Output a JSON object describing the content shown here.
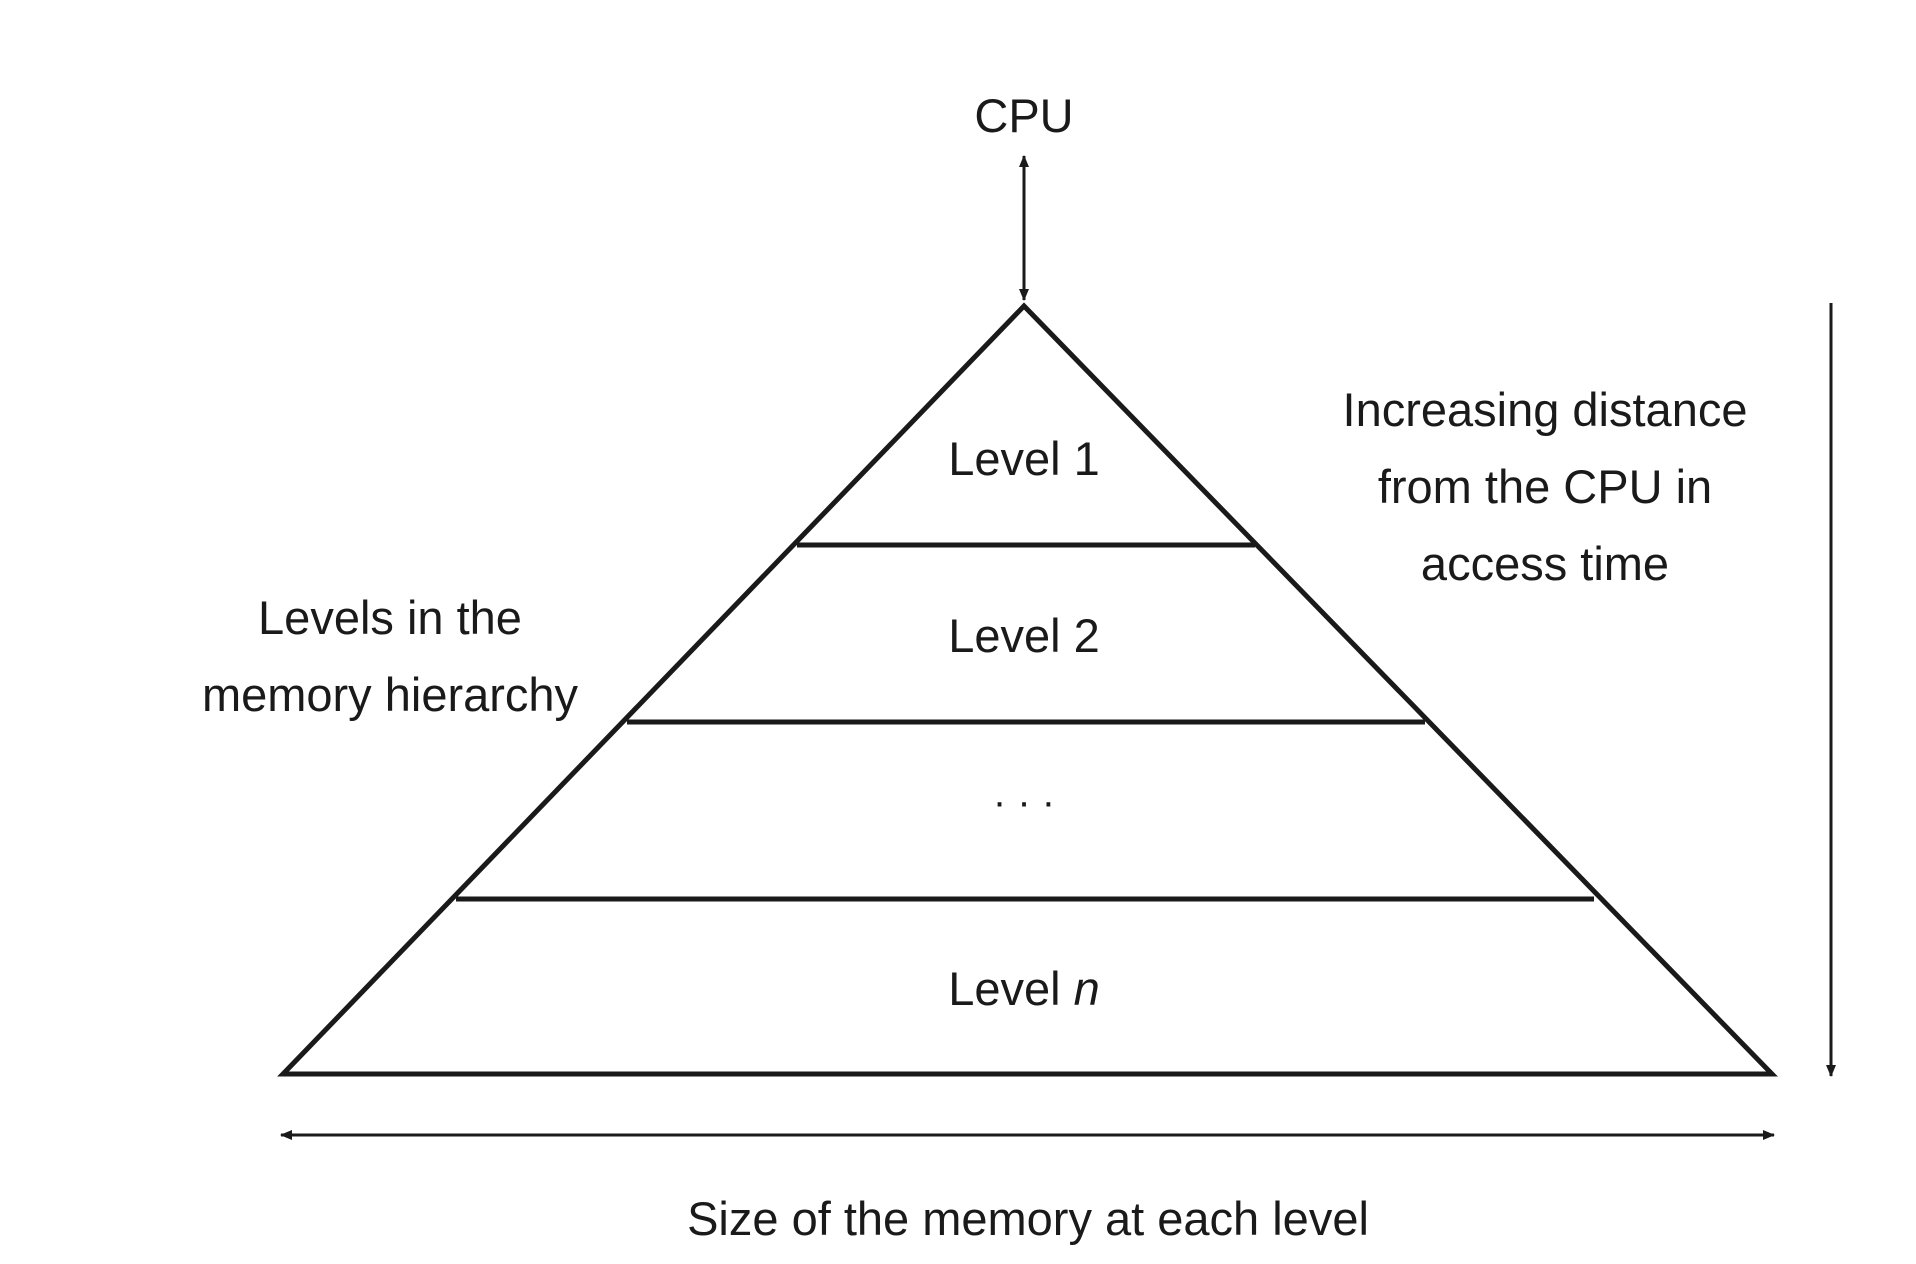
{
  "diagram": {
    "cpu_label": "CPU",
    "levels": [
      {
        "label": "Level 1",
        "label_italic_suffix": ""
      },
      {
        "label": "Level 2",
        "label_italic_suffix": ""
      },
      {
        "label": "· · ·",
        "label_italic_suffix": ""
      },
      {
        "label": "Level ",
        "label_italic_suffix": "n"
      }
    ],
    "left_annotation": {
      "line1": "Levels in the",
      "line2": "memory hierarchy"
    },
    "right_annotation": {
      "line1": "Increasing distance",
      "line2": "from the CPU in",
      "line3": "access time"
    },
    "bottom_annotation": "Size of the memory at each level",
    "colors": {
      "stroke": "#1a1a1a",
      "background": "#ffffff"
    }
  }
}
